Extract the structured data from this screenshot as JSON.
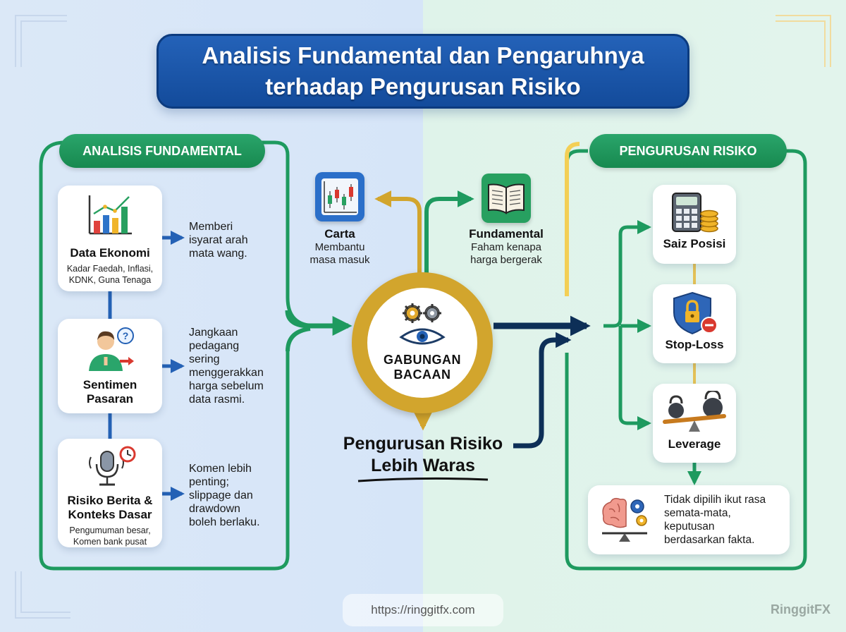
{
  "title": {
    "line1": "Analisis Fundamental dan Pengaruhnya",
    "line2": "terhadap Pengurusan Risiko"
  },
  "left_panel": {
    "label": "ANALISIS FUNDAMENTAL",
    "cards": [
      {
        "title": "Data Ekonomi",
        "subtitle_l1": "Kadar Faedah, Inflasi,",
        "subtitle_l2": "KDNK, Guna Tenaga",
        "note": [
          "Memberi",
          "isyarat arah",
          "mata wang."
        ],
        "icon": "bar-chart-icon"
      },
      {
        "title_l1": "Sentimen",
        "title_l2": "Pasaran",
        "note": [
          "Jangkaan",
          "pedagang",
          "sering",
          "menggerakkan",
          "harga sebelum",
          "data rasmi."
        ],
        "icon": "thinking-person-icon"
      },
      {
        "title_l1": "Risiko Berita &",
        "title_l2": "Konteks Dasar",
        "subtitle_l1": "Pengumuman besar,",
        "subtitle_l2": "Komen bank pusat",
        "note": [
          "Komen lebih",
          "penting;",
          "slippage dan",
          "drawdown",
          "boleh berlaku."
        ],
        "icon": "microphone-clock-icon"
      }
    ]
  },
  "center": {
    "chart": {
      "title": "Carta",
      "desc_l1": "Membantu",
      "desc_l2": "masa masuk",
      "icon": "candlestick-icon"
    },
    "fundamental": {
      "title": "Fundamental",
      "desc_l1": "Faham kenapa",
      "desc_l2": "harga bergerak",
      "icon": "open-book-icon"
    },
    "hub": {
      "line1": "GABUNGAN",
      "line2": "BACAAN",
      "icon": "gears-eye-icon"
    },
    "result": {
      "line1": "Pengurusan Risiko",
      "line2": "Lebih Waras"
    }
  },
  "right_panel": {
    "label": "PENGURUSAN RISIKO",
    "cards": [
      {
        "title": "Saiz Posisi",
        "icon": "calculator-coins-icon"
      },
      {
        "title": "Stop-Loss",
        "icon": "shield-lock-icon"
      },
      {
        "title": "Leverage",
        "icon": "kettlebell-seesaw-icon"
      }
    ],
    "conclusion": {
      "lines": [
        "Tidak dipilih ikut rasa",
        "semata-mata,",
        "keputusan",
        "berdasarkan fakta."
      ],
      "icon": "brain-balance-icon"
    }
  },
  "footer": {
    "url": "https://ringgitfx.com",
    "brand": "RinggitFX"
  },
  "colors": {
    "green": "#1e9a5f",
    "navy": "#0d2f57",
    "gold": "#d2a52d",
    "blue": "#2461b5",
    "title_bg": "#1a55a8"
  }
}
